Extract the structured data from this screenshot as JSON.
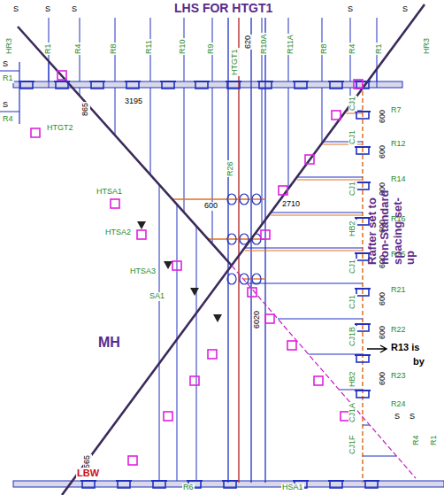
{
  "diagram": {
    "title": "LHS FOR HTGT1",
    "labels": [
      "S",
      "S",
      "S",
      "S",
      "S",
      "HR3",
      "R1",
      "R4",
      "R8",
      "R11",
      "R10",
      "R9",
      "HTGT1",
      "620",
      "R10A",
      "R11A",
      "R8",
      "R4",
      "R1",
      "HR3",
      "S",
      "R1",
      "S",
      "R4",
      "865",
      "3195",
      "HTGT2",
      "R7",
      "R12",
      "R14",
      "R16",
      "R25",
      "R21",
      "R22",
      "R23",
      "R24",
      "600",
      "600",
      "600",
      "600",
      "600",
      "600",
      "600",
      "600",
      "CJ1",
      "CJ1",
      "CJ1",
      "HB2",
      "CJ1",
      "CJ1",
      "CJ1B",
      "HB2",
      "CJ1A",
      "CJ1F",
      "R13 is",
      "by",
      "Rafter set to non-Standard spacing set-up",
      "HTSA1",
      "600",
      "2710",
      "HTSA2",
      "HTSA3",
      "SA1",
      "6020",
      "MH",
      "R26",
      "565",
      "LBW",
      "R6",
      "HSA1",
      "S",
      "S",
      "R4",
      "R1"
    ]
  }
}
